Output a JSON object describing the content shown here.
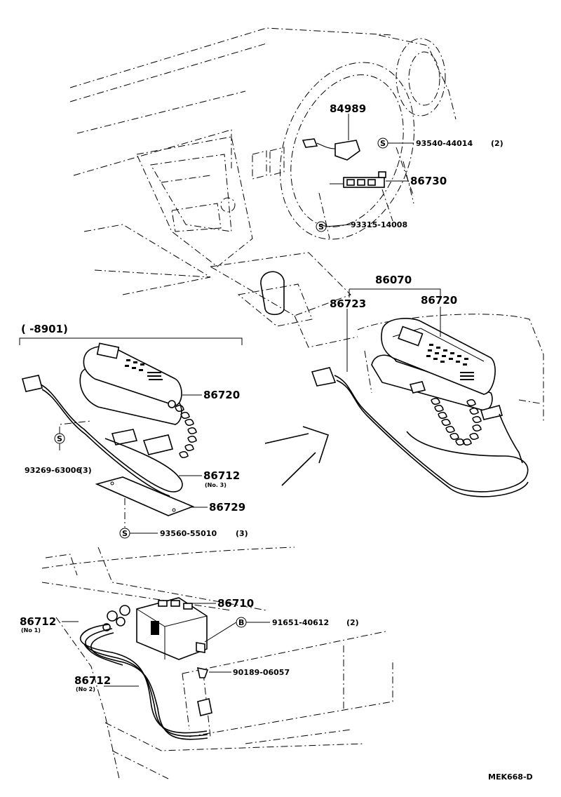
{
  "labels": {
    "p84989": "84989",
    "p93540": "93540-44014",
    "p93540_qty": "(2)",
    "p86730": "86730",
    "p93315": "93315-14008",
    "p86070": "86070",
    "p86723": "86723",
    "p86720_right": "86720",
    "range": "(      -8901)",
    "p86720_left": "86720",
    "p93269": "93269-63006",
    "p93269_qty": "(3)",
    "p86712_mid": "86712",
    "p86712_mid_sub": "(No. 3)",
    "p86729": "86729",
    "p93560": "93560-55010",
    "p93560_qty": "(3)",
    "p86710": "86710",
    "p86712_no1": "86712",
    "p86712_no1_sub": "(No 1)",
    "p91651": "91651-40612",
    "p91651_qty": "(2)",
    "p90189": "90189-06057",
    "p86712_no2": "86712",
    "p86712_no2_sub": "(No 2)",
    "diagram_code": "MEK668-D"
  },
  "symbols": {
    "screw": "S",
    "bolt": "B"
  }
}
